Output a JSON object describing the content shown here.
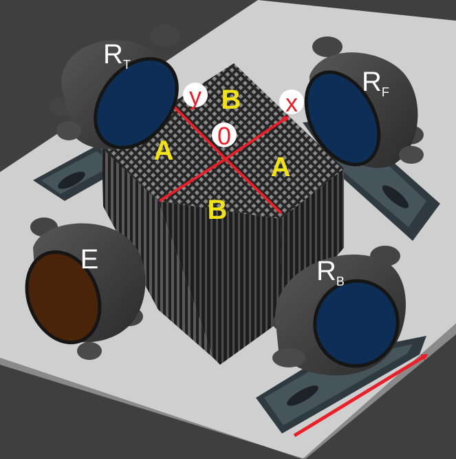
{
  "labels": {
    "transmitter_top": "R",
    "transmitter_top_sub": "T",
    "receiver_front": "R",
    "receiver_front_sub": "F",
    "receiver_back": "R",
    "receiver_back_sub": "B",
    "emitter": "E",
    "axis_x": "x",
    "axis_y": "y",
    "origin": "0",
    "region_a_left": "A",
    "region_a_right": "A",
    "region_b_top": "B",
    "region_b_bottom": "B"
  },
  "colors": {
    "background": "#3f3f3f",
    "floor": "#cfcfcf",
    "axis_arrow": "#e8202a",
    "region_text": "#f2e21a",
    "lens_blue": "#0d2f57",
    "lens_brown": "#4a2408",
    "housing": "#3a3a3a",
    "label_white": "#ffffff"
  }
}
